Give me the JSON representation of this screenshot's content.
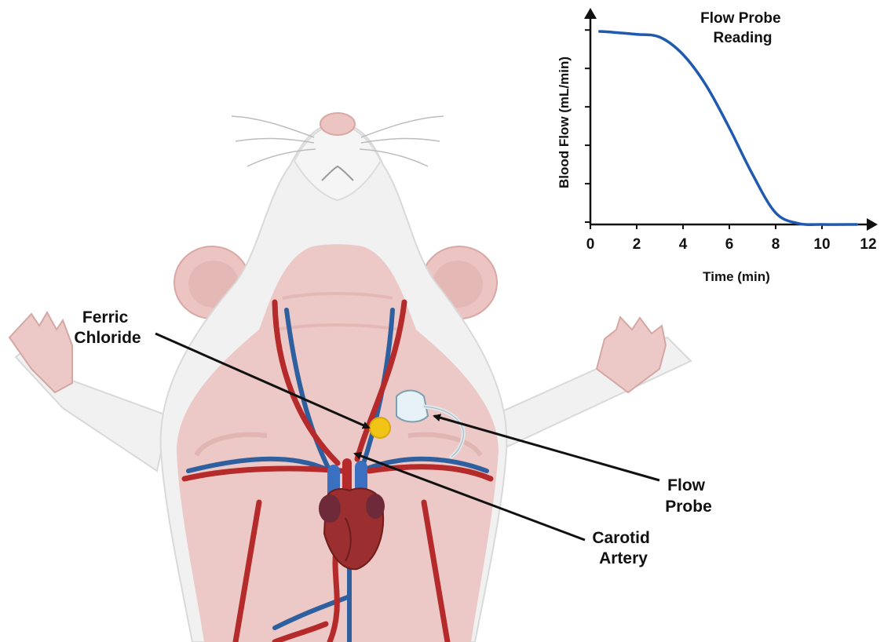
{
  "labels": {
    "ferric_line1": "Ferric",
    "ferric_line2": "Chloride",
    "flow_line1": "Flow",
    "flow_line2": "Probe",
    "carotid_line1": "Carotid",
    "carotid_line2": "Artery"
  },
  "colors": {
    "fur": "#f1f1f1",
    "fur_shadow": "#d9d9d9",
    "skin": "#ecc9c6",
    "skin_dark": "#dba9a4",
    "ear": "#ecc5c2",
    "artery": "#b52a2a",
    "vein": "#2e5f9e",
    "heart": "#9b2e2e",
    "ferric_spot": "#f2c418",
    "probe": "#e6f2f8",
    "curve": "#1f5ab0",
    "arrow": "#111111"
  },
  "chart_data": {
    "type": "line",
    "title_line1": "Flow Probe",
    "title_line2": "Reading",
    "xlabel": "Time (min)",
    "ylabel": "Blood Flow (mL/min)",
    "xlim": [
      0,
      12
    ],
    "xticks": [
      "0",
      "2",
      "4",
      "6",
      "8",
      "10",
      "12"
    ],
    "ytick_count": 6,
    "y_tick_labels_shown": false,
    "grid": false,
    "series": [
      {
        "x": [
          0.4,
          1,
          2,
          3,
          4,
          5,
          6,
          7,
          8,
          9,
          10,
          11.5
        ],
        "y": [
          100,
          99.5,
          98.5,
          97,
          88,
          72,
          50,
          26,
          6,
          0.5,
          0,
          0
        ]
      }
    ]
  }
}
